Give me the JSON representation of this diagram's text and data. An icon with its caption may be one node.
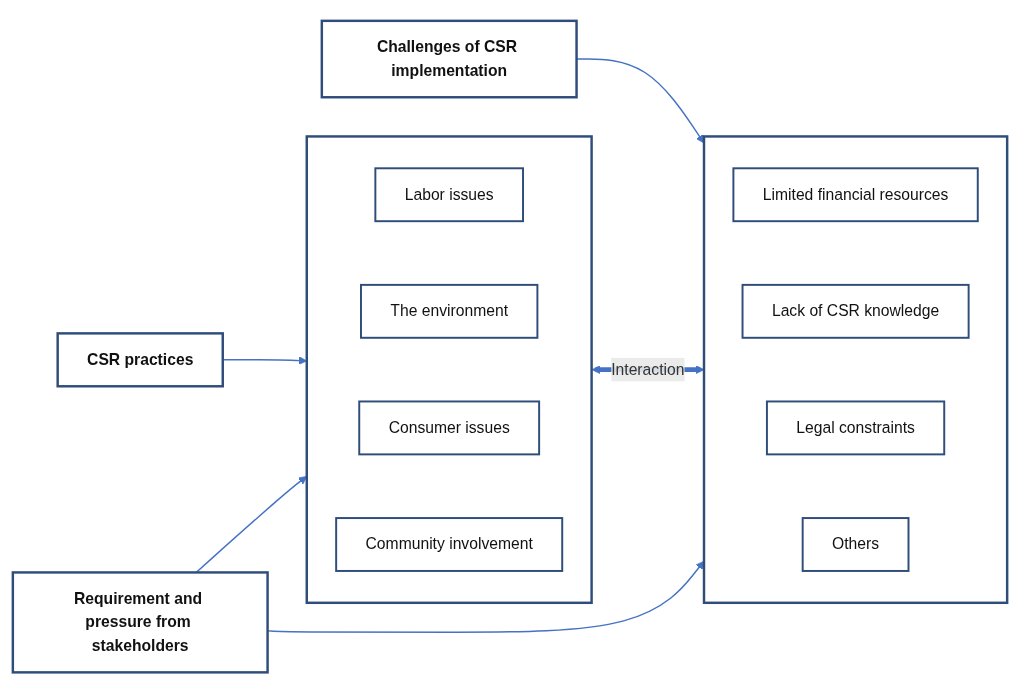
{
  "diagram": {
    "nodes": [
      {
        "text": [
          "CSR practices"
        ]
      },
      {
        "text": [],
        "shape": "box"
      },
      {
        "text": [
          "Labor issues"
        ],
        "in": 1
      },
      {
        "text": [
          "The environment"
        ],
        "in": 1
      },
      {
        "text": [
          "Consumer issues"
        ],
        "in": 1
      },
      {
        "text": [
          "Community involvement"
        ],
        "in": 1
      },
      {
        "text": [
          "Challenges of CSR implementation"
        ]
      },
      {
        "text": [],
        "shape": "box"
      },
      {
        "text": [
          "Limited financial resources"
        ],
        "in": 7
      },
      {
        "text": [
          "Lack of CSR knowledge"
        ],
        "in": 7
      },
      {
        "text": [
          "Legal constraints"
        ],
        "in": 7
      },
      {
        "text": [
          "Others"
        ],
        "in": 7
      },
      {
        "text": [
          "Requirement and pressure from stakeholders"
        ]
      }
    ],
    "edges": [
      {
        "from": 0,
        "to": 1,
        "arrow": "to"
      },
      {
        "from": 6,
        "to": 7,
        "arrow": "to"
      },
      {
        "from": 1,
        "to": 7,
        "arrow": "both",
        "label": "Interaction",
        "style": "thick"
      },
      {
        "from": 12,
        "to": 1,
        "arrow": "to"
      },
      {
        "from": 12,
        "to": 7,
        "arrow": "to"
      }
    ]
  }
}
